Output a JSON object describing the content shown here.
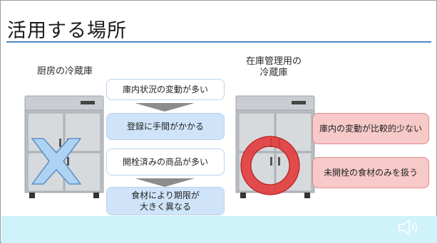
{
  "slide": {
    "title": "活用する場所",
    "left_label": "厨房の冷蔵庫",
    "right_label_line1": "在庫管理用の",
    "right_label_line2": "冷蔵庫",
    "center_boxes": [
      {
        "text": "庫内状況の変動が多い"
      },
      {
        "text": "登録に手間がかかる"
      },
      {
        "text": "開栓済みの商品が多い"
      },
      {
        "text_line1": "食材により期限が",
        "text_line2": "大きく異なる"
      }
    ],
    "right_boxes": [
      {
        "text": "庫内の変動が比較的少ない"
      },
      {
        "text": "未開栓の食材のみを扱う"
      }
    ]
  },
  "colors": {
    "title_rule": "#4a86c5",
    "box_blue": "#cfe4f8",
    "box_pink": "#f7c9c9",
    "circle_red": "#e23b3b",
    "cross_blue": "#aed2f2",
    "footer": "#cff2fb"
  },
  "icons": {
    "cross": "x-mark-icon",
    "circle": "ok-circle-icon",
    "fridge": "refrigerator-icon",
    "speaker": "speaker-icon"
  }
}
